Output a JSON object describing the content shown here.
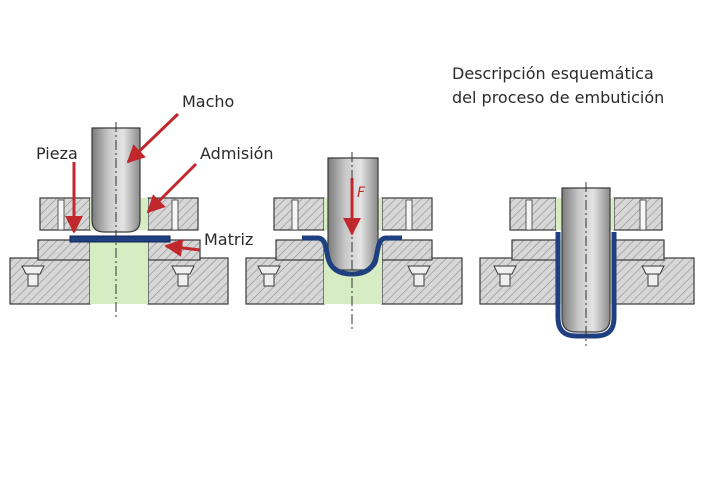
{
  "title": {
    "line1": "Descripción esquemática",
    "line2": "del proceso de embutición"
  },
  "labels": {
    "punch": "Macho",
    "workpiece": "Pieza",
    "holder": "Admisión",
    "die": "Matriz",
    "force": "F"
  },
  "colors": {
    "steel": "#a9a9a9",
    "steel_edge": "#3a3a3a",
    "hatch": "#7a7a7a",
    "light_green": "#d6ecc3",
    "sheet_blue": "#1e3f80",
    "arrow_red": "#c0282d"
  }
}
